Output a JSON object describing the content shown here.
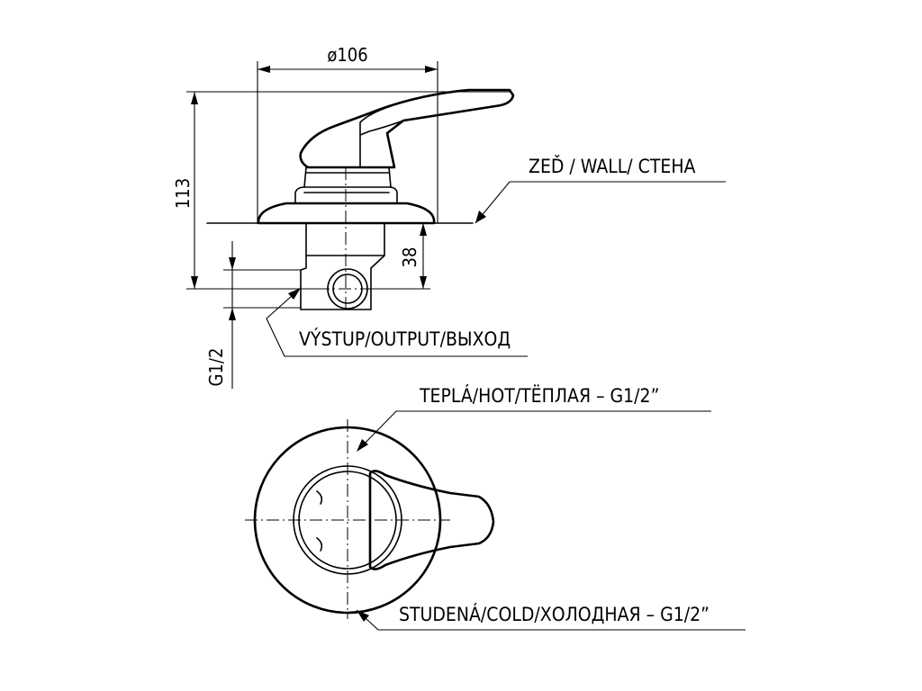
{
  "labels": {
    "wall": "ZEĎ / WALL/ СТЕНА",
    "output": "VÝSTUP/OUTPUT/ВЫХОД",
    "hot": "TEPLÁ/HOT/ТЁПЛАЯ – G1/2”",
    "cold": "STUDENÁ/COLD/ХОЛОДНАЯ – G1/2”"
  },
  "dimensions": {
    "diameter": "ø106",
    "height": "113",
    "depth": "38",
    "thread": "G1/2"
  }
}
